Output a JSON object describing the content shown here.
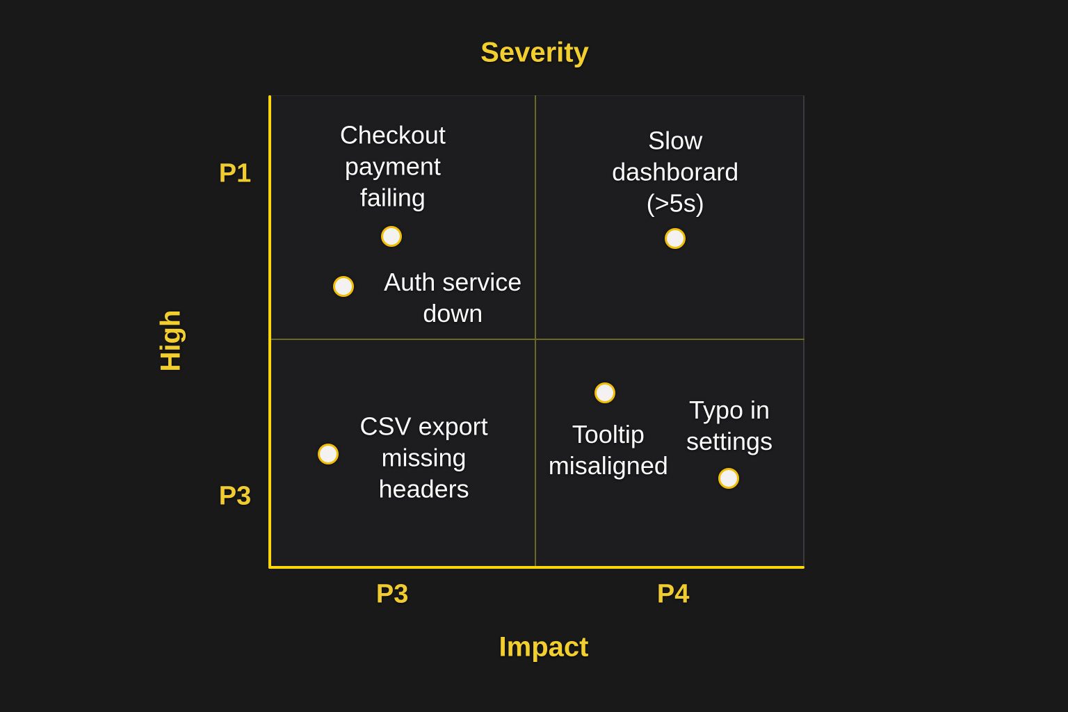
{
  "chart_data": {
    "type": "scatter",
    "subtype": "quadrant-chart",
    "title": "Severity",
    "xlabel": "Impact",
    "ylabel": "High",
    "xlim": [
      0,
      1
    ],
    "ylim": [
      0,
      1
    ],
    "grid": false,
    "legend": false,
    "quadrant_dividers": {
      "x": 0.5,
      "y": 0.5
    },
    "x_axis_ticks": [
      {
        "label": "P3",
        "position": 0.231
      },
      {
        "label": "P4",
        "position": 0.755
      }
    ],
    "y_axis_ticks": [
      {
        "label": "P1",
        "position": 0.833
      },
      {
        "label": "P3",
        "position": 0.15
      }
    ],
    "points": [
      {
        "label": "Checkout payment failing",
        "lines": [
          "Checkout",
          "payment",
          "failing"
        ],
        "x": 0.23,
        "y": 0.701,
        "label_x": 0.232,
        "label_y": 0.85
      },
      {
        "label": "Auth service down",
        "lines": [
          "Auth service",
          "down"
        ],
        "x": 0.14,
        "y": 0.595,
        "label_x": 0.344,
        "label_y": 0.571
      },
      {
        "label": "Slow dashborard (>5s)",
        "lines": [
          "Slow",
          "dashborard",
          "(>5s)"
        ],
        "x": 0.759,
        "y": 0.697,
        "label_x": 0.759,
        "label_y": 0.838
      },
      {
        "label": "CSV export missing headers",
        "lines": [
          "CSV export",
          "missing",
          "headers"
        ],
        "x": 0.112,
        "y": 0.24,
        "label_x": 0.29,
        "label_y": 0.233
      },
      {
        "label": "Tooltip misaligned",
        "lines": [
          "Tooltip",
          "misaligned"
        ],
        "x": 0.628,
        "y": 0.37,
        "label_x": 0.634,
        "label_y": 0.249
      },
      {
        "label": "Typo in settings",
        "lines": [
          "Typo in",
          "settings"
        ],
        "x": 0.859,
        "y": 0.189,
        "label_x": 0.86,
        "label_y": 0.3
      }
    ],
    "colors": {
      "background": "#191919",
      "quadrant_fill": "#1d1d1f",
      "axis_line": "#ffd60a",
      "quadrant_divider": "#6a6a28",
      "chart_border": "#3a3a3a",
      "label_yellow": "#f0cc31",
      "point_fill": "#f3f2f0",
      "point_stroke": "#f0be06",
      "point_label_text": "#fafafa"
    }
  }
}
